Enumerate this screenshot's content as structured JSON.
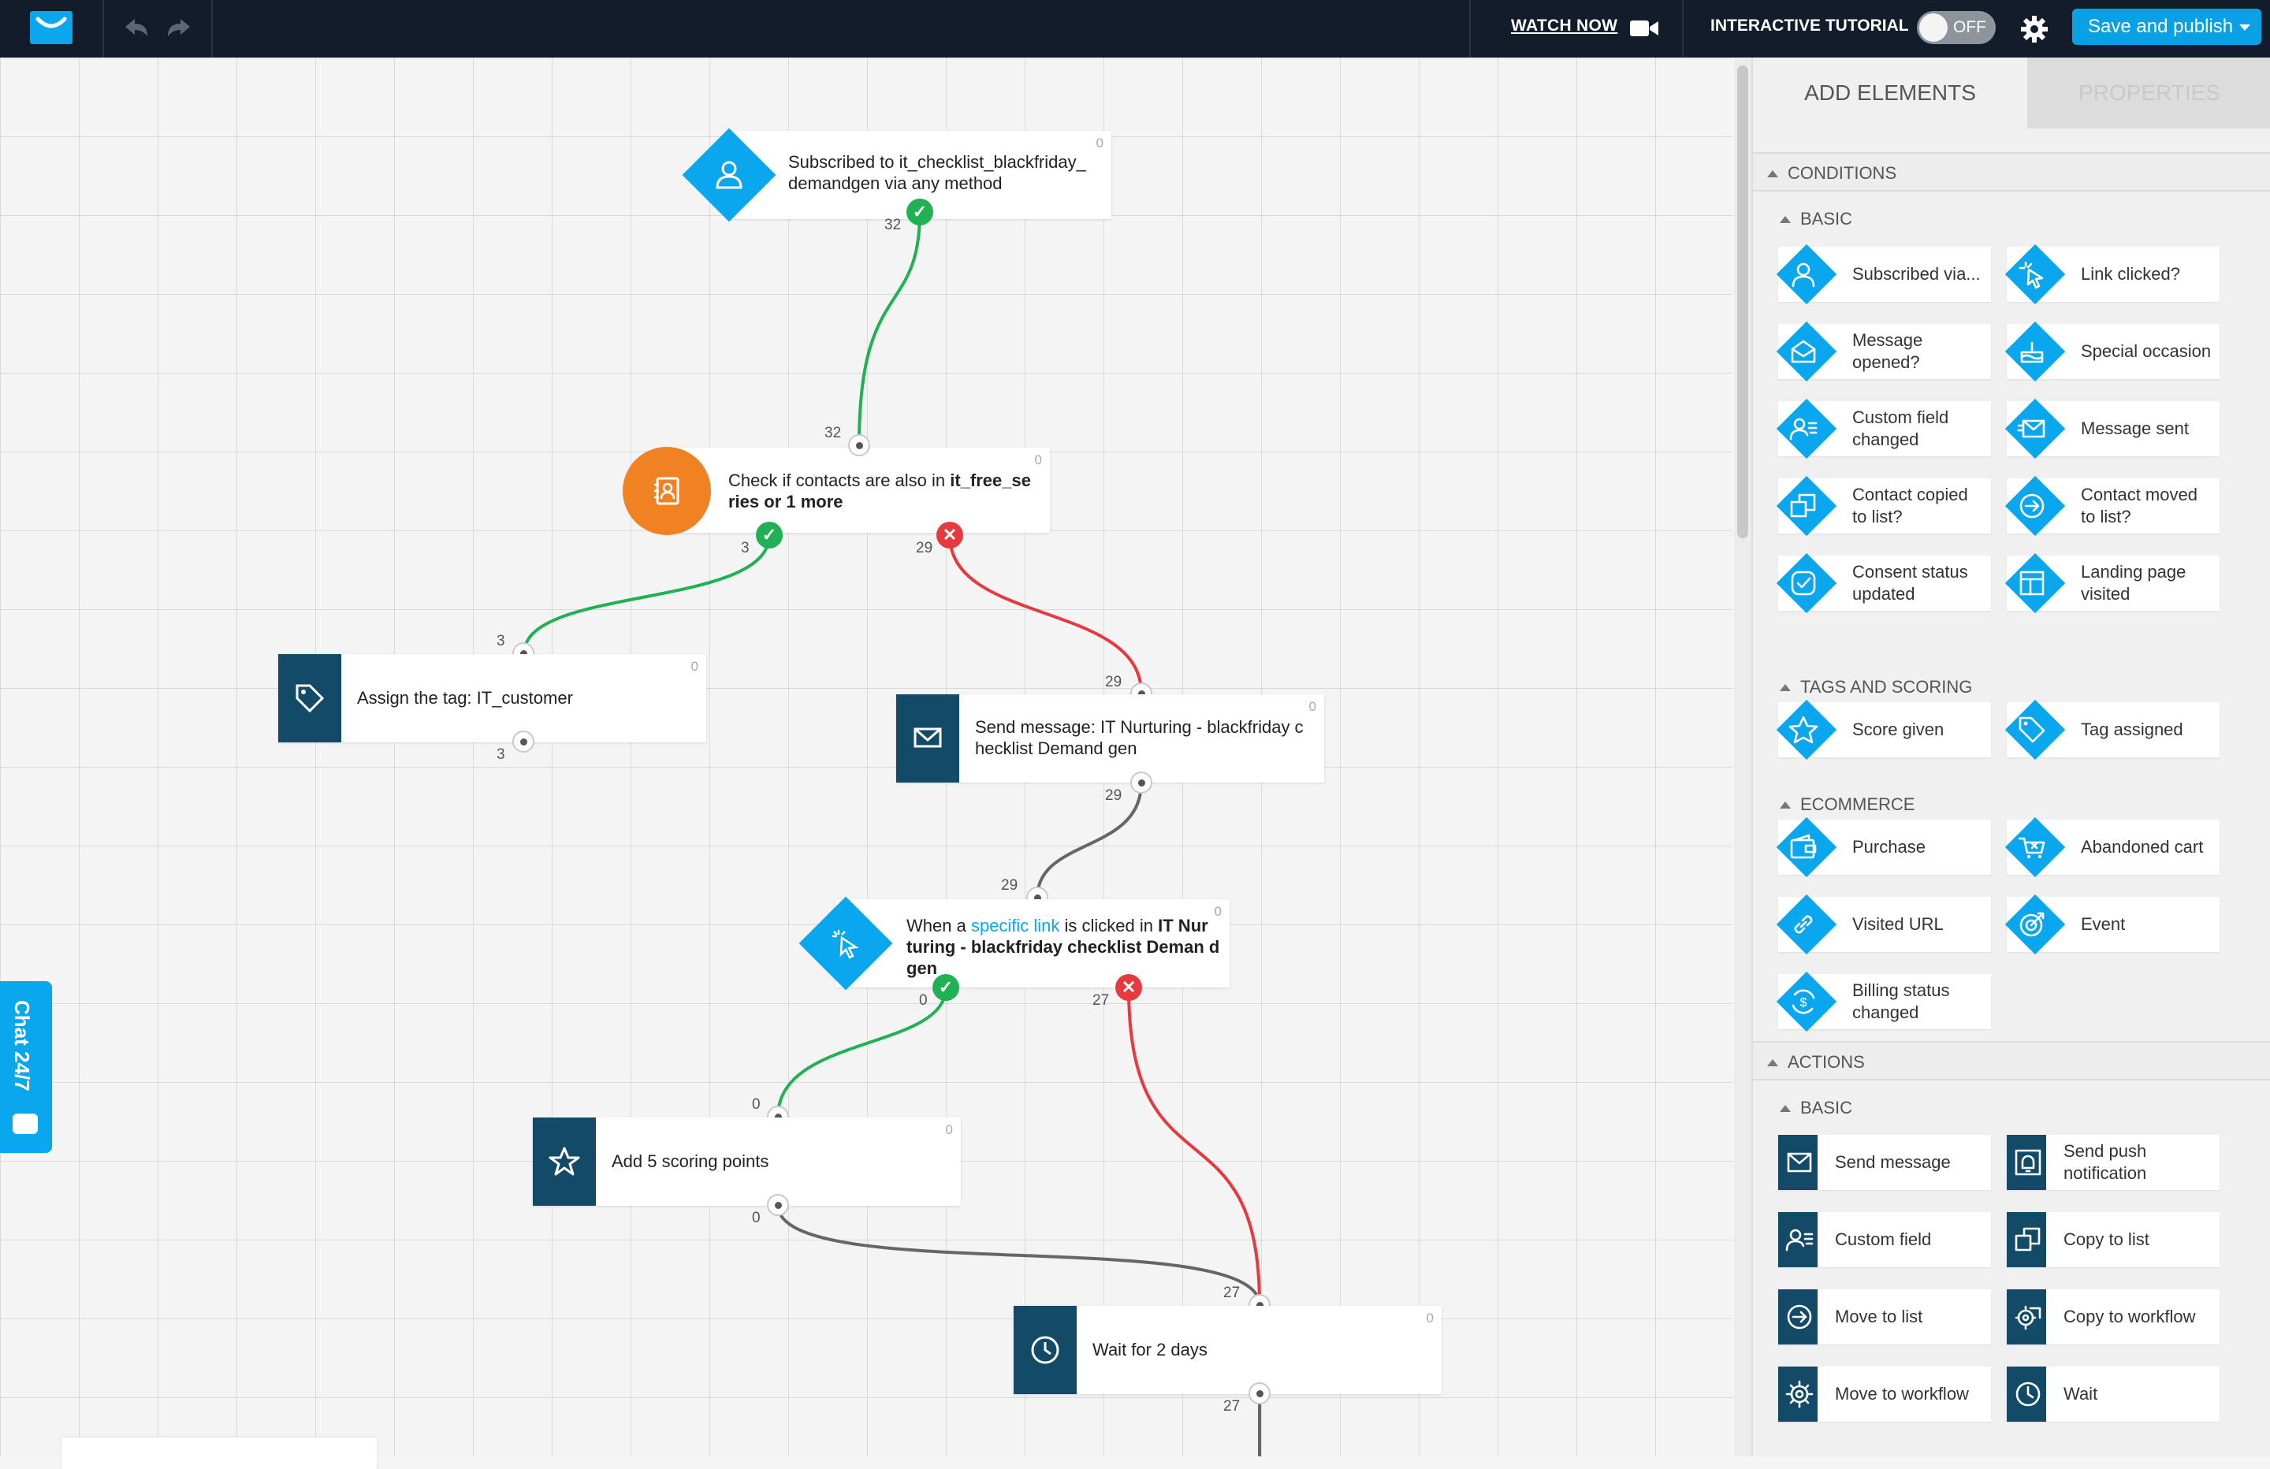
{
  "topbar": {
    "watch_now": "WATCH NOW",
    "tutorial_label": "INTERACTIVE TUTORIAL",
    "tutorial_state": "OFF",
    "save_label": "Save and publish"
  },
  "chat": {
    "label": "Chat 24/7"
  },
  "canvas": {
    "nodes": {
      "subscribed": {
        "text": "Subscribed to it_checklist_blackfriday_ demandgen via any method",
        "count": "0",
        "out": "32"
      },
      "check": {
        "text_plain": "Check if contacts are also in ",
        "text_bold": "it_free_se ries or 1 more",
        "count": "0",
        "in": "32",
        "yes": "3",
        "no": "29"
      },
      "tag": {
        "text": "Assign the tag: IT_customer",
        "count": "0",
        "in": "3",
        "out": "3"
      },
      "send": {
        "text": "Send message: IT Nurturing - blackfriday c hecklist Demand gen",
        "count": "0",
        "in": "29",
        "out": "29"
      },
      "click": {
        "pre": "When a ",
        "link": "specific link",
        "mid": " is clicked in ",
        "bold": "IT Nur turing - blackfriday checklist Deman d gen",
        "count": "0",
        "in": "29",
        "yes": "0",
        "no": "27"
      },
      "score": {
        "text": "Add 5 scoring points",
        "count": "0",
        "in": "0",
        "out": "0"
      },
      "wait": {
        "text": "Wait for 2 days",
        "count": "0",
        "in": "27",
        "out": "27"
      }
    }
  },
  "panel": {
    "tabs": [
      "ADD ELEMENTS",
      "PROPERTIES"
    ],
    "conditions": {
      "title": "CONDITIONS",
      "basic_title": "BASIC",
      "basic": [
        {
          "label": "Subscribed via...",
          "icon": "person-icon"
        },
        {
          "label": "Link clicked?",
          "icon": "cursor-click-icon"
        },
        {
          "label": "Message opened?",
          "icon": "open-envelope-icon"
        },
        {
          "label": "Special occasion",
          "icon": "cake-icon"
        },
        {
          "label": "Custom field changed",
          "icon": "person-field-icon"
        },
        {
          "label": "Message sent",
          "icon": "send-envelope-icon"
        },
        {
          "label": "Contact copied to list?",
          "icon": "copy-icon"
        },
        {
          "label": "Contact moved to list?",
          "icon": "arrow-circle-icon"
        },
        {
          "label": "Consent status updated",
          "icon": "check-badge-icon"
        },
        {
          "label": "Landing page visited",
          "icon": "layout-icon"
        }
      ],
      "tags_title": "TAGS AND SCORING",
      "tags": [
        {
          "label": "Score given",
          "icon": "star-icon"
        },
        {
          "label": "Tag assigned",
          "icon": "tag-icon"
        }
      ],
      "ecom_title": "ECOMMERCE",
      "ecom": [
        {
          "label": "Purchase",
          "icon": "wallet-icon"
        },
        {
          "label": "Abandoned cart",
          "icon": "cart-icon"
        },
        {
          "label": "Visited URL",
          "icon": "link-icon"
        },
        {
          "label": "Event",
          "icon": "target-icon"
        },
        {
          "label": "Billing status changed",
          "icon": "dollar-cycle-icon"
        }
      ]
    },
    "actions": {
      "title": "ACTIONS",
      "basic_title": "BASIC",
      "basic": [
        {
          "label": "Send message",
          "icon": "envelope-icon"
        },
        {
          "label": "Send push notification",
          "icon": "bell-icon"
        },
        {
          "label": "Custom field",
          "icon": "person-field-icon"
        },
        {
          "label": "Copy to list",
          "icon": "copy-icon"
        },
        {
          "label": "Move to list",
          "icon": "arrow-circle-icon"
        },
        {
          "label": "Copy to workflow",
          "icon": "gear-copy-icon"
        },
        {
          "label": "Move to workflow",
          "icon": "gear-icon"
        },
        {
          "label": "Wait",
          "icon": "clock-icon"
        }
      ]
    }
  }
}
